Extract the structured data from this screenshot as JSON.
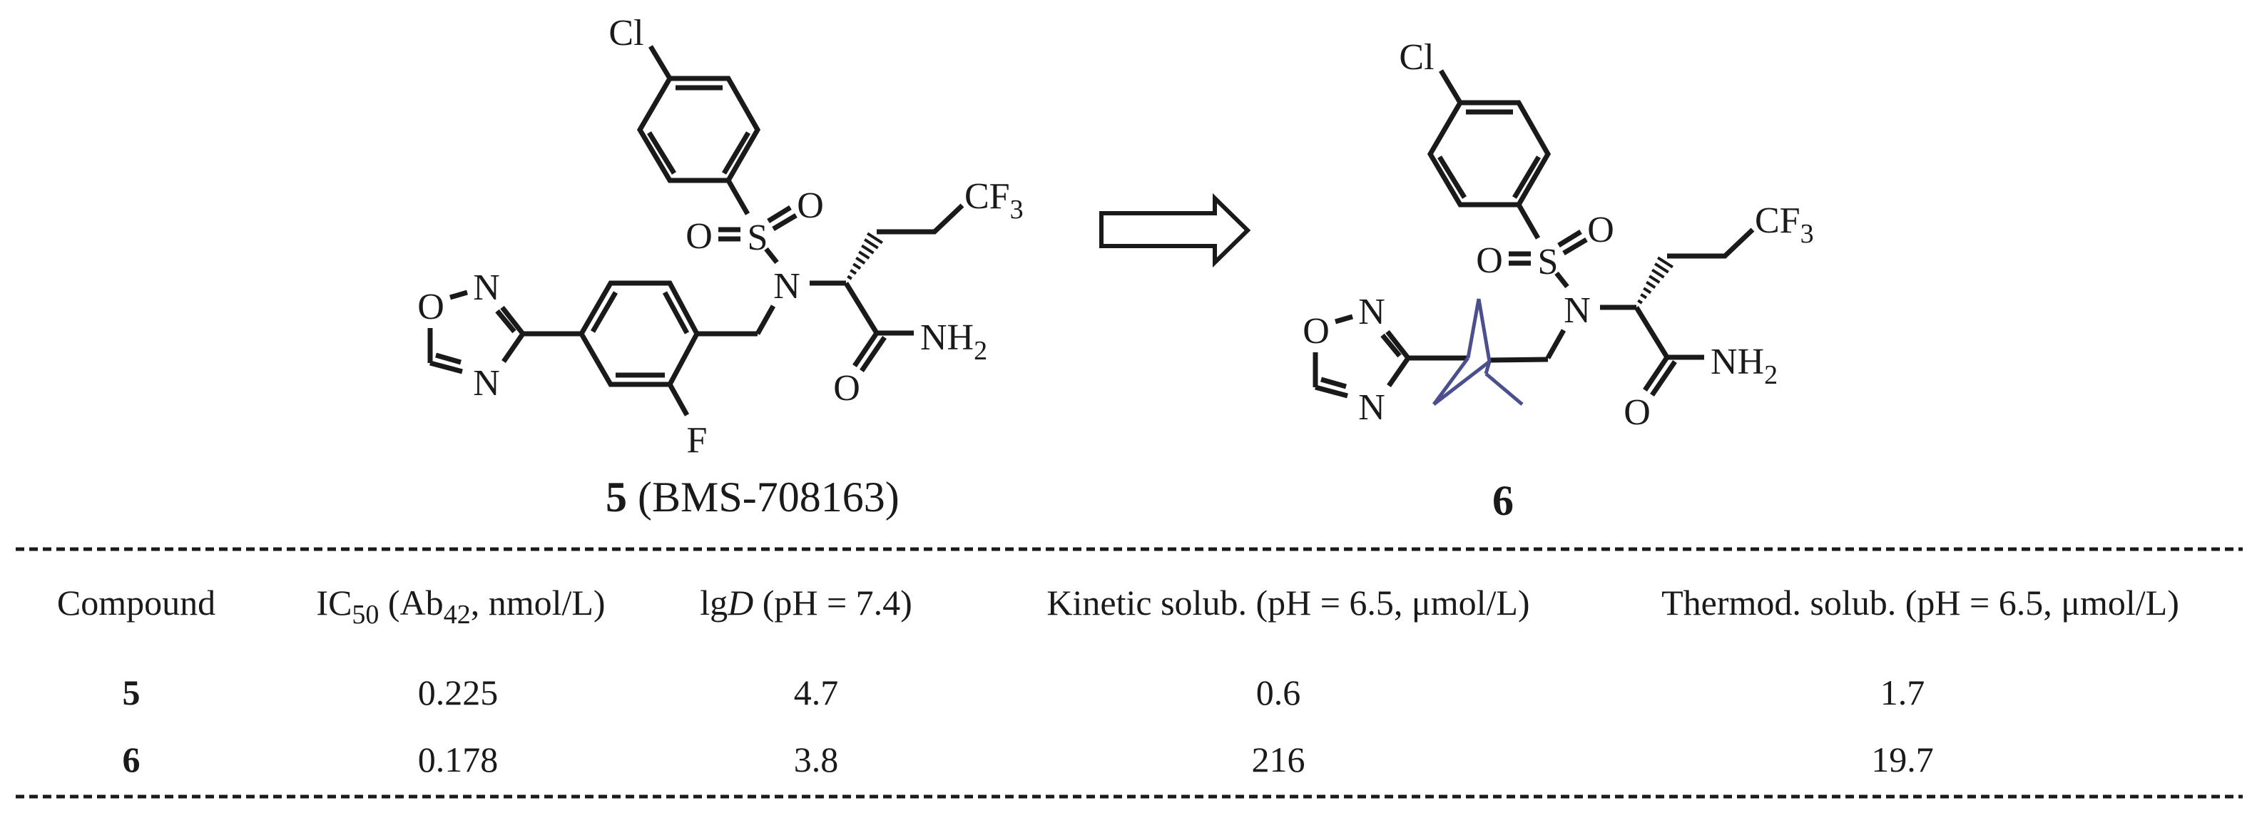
{
  "compound5": {
    "label_number": "5",
    "label_name": " (BMS-708163)",
    "atoms": {
      "cl": "Cl",
      "o_sulf_left": "O",
      "s": "S",
      "o_sulf_right": "O",
      "n_sulfonamide": "N",
      "cf": "CF",
      "cf_sub": "3",
      "nh": "NH",
      "nh_sub": "2",
      "o_amide": "O",
      "f": "F",
      "ox_o": "O",
      "ox_n2": "N",
      "ox_n4": "N"
    }
  },
  "compound6": {
    "label_number": "6",
    "atoms": {
      "ox_o": "O",
      "ox_n2": "N",
      "ox_n4": "N"
    }
  },
  "colors": {
    "bicyclopentane": "#4b4f8e",
    "ink": "#1a1a1a"
  },
  "table": {
    "headers": {
      "compound": "Compound",
      "ic50": {
        "a": "IC",
        "sub": "50",
        "b": " (Ab",
        "sub2": "42",
        "c": ", nmol/L)"
      },
      "lgd": {
        "a": "lg",
        "it": "D",
        "b": " (pH = 7.4)"
      },
      "kinetic": "Kinetic solub. (pH = 6.5, μmol/L)",
      "thermod": "Thermod. solub. (pH = 6.5, μmol/L)"
    },
    "rows": [
      {
        "compound": "5",
        "ic50": "0.225",
        "lgd": "4.7",
        "kinetic": "0.6",
        "thermod": "1.7"
      },
      {
        "compound": "6",
        "ic50": "0.178",
        "lgd": "3.8",
        "kinetic": "216",
        "thermod": "19.7"
      }
    ]
  }
}
